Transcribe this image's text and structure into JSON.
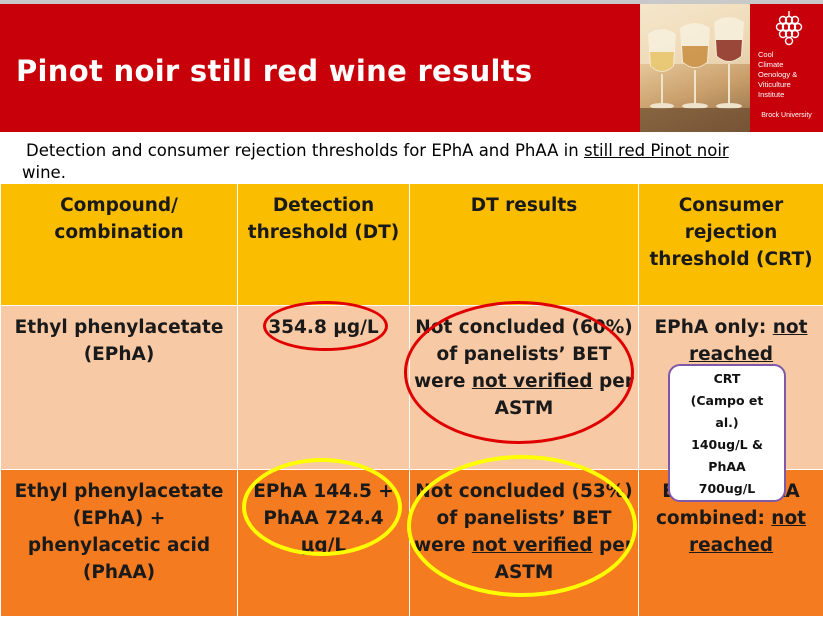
{
  "header": {
    "title": "Pinot noir still red wine results",
    "logo_lines": [
      "Cool",
      "Climate",
      "Oenology &",
      "Viticulture",
      "Institute"
    ],
    "logo_footer": "Brock University"
  },
  "subtitle": {
    "text_before": "Detection and consumer rejection thresholds for EPhA and PhAA in ",
    "text_underlined": "still red Pinot noir",
    "text_after": "wine."
  },
  "table": {
    "headers": [
      "Compound/ combination",
      "Detection threshold (DT)",
      "DT results",
      "Consumer rejection threshold (CRT)"
    ],
    "rows": [
      {
        "compound": "Ethyl phenylacetate (EPhA)",
        "detection": "354.8 μg/L",
        "result_pre": "Not concluded (60%) of panelists’ BET were ",
        "result_underline": "not verified",
        "result_post": " per ASTM",
        "crt_pre": "EPhA only: ",
        "crt_underline": "not reached"
      },
      {
        "compound": "Ethyl phenylacetate (EPhA) + phenylacetic acid (PhAA)",
        "detection": "EPhA 144.5 + PhAA 724.4 μg/L",
        "result_pre": "Not concluded (53%) of panelists’ BET were ",
        "result_underline": "not verified",
        "result_post": " per ASTM",
        "crt_pre": "EPhA + PhAA combined: ",
        "crt_underline": "not reached"
      }
    ]
  },
  "callout": {
    "lines": [
      "CRT",
      "(Campo et",
      "al.)",
      "140ug/L &",
      "PhAA",
      "700ug/L"
    ]
  },
  "colors": {
    "banner_red": "#c8000a",
    "header_yellow": "#fbbd00",
    "row1_peach": "#f8c9a5",
    "row2_orange": "#f47b20",
    "red_mark": "#e00000",
    "yellow_mark": "#ffff00",
    "callout_border": "#7f58a8"
  }
}
